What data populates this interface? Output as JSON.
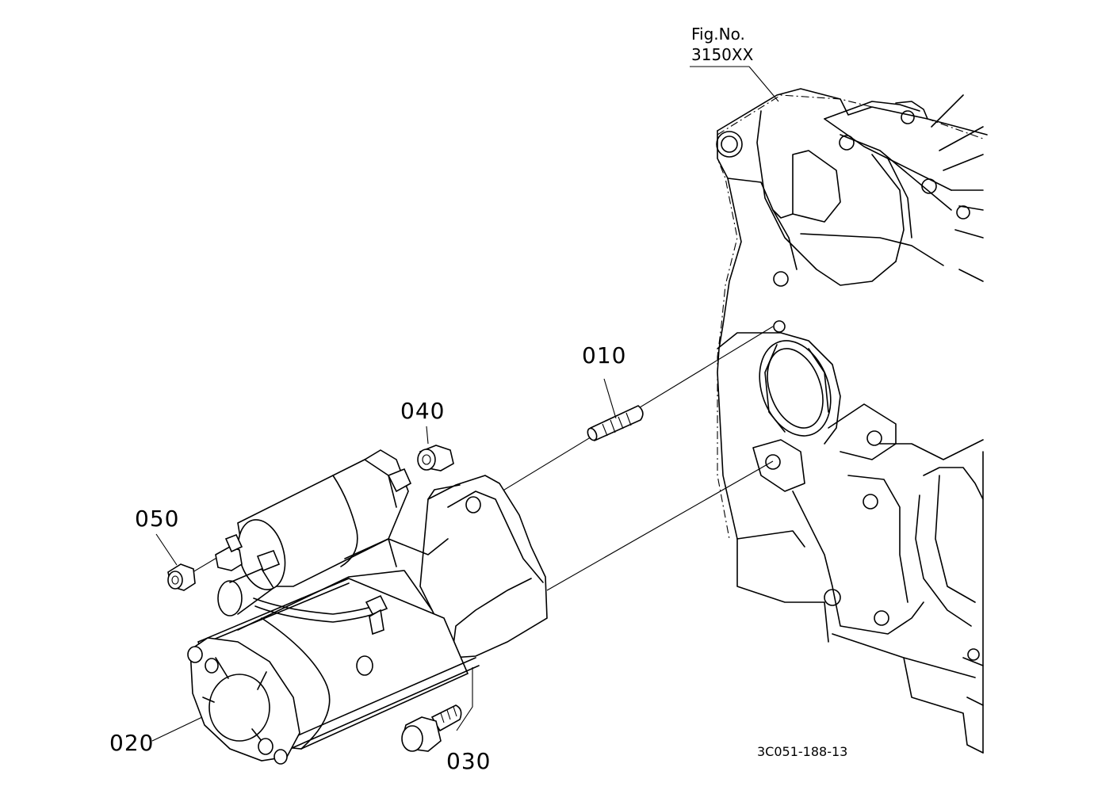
{
  "figure_ref": {
    "label": "Fig.No.",
    "number": "3150XX"
  },
  "callouts": [
    {
      "id": "010",
      "text": "010"
    },
    {
      "id": "020",
      "text": "020"
    },
    {
      "id": "030",
      "text": "030"
    },
    {
      "id": "040",
      "text": "040"
    },
    {
      "id": "050",
      "text": "050"
    }
  ],
  "drawing_number": "3C051-188-13"
}
